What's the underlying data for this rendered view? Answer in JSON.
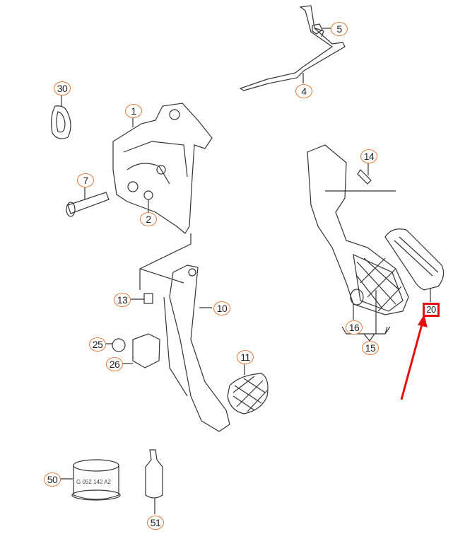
{
  "diagram": {
    "callouts": [
      "5",
      "4",
      "30",
      "1",
      "7",
      "2",
      "14",
      "20",
      "13",
      "10",
      "16",
      "15",
      "25",
      "26",
      "11",
      "50",
      "51"
    ],
    "highlighted_part": "20",
    "part_50_marking": "G 052 142 A2",
    "highlight_color": "#e41010",
    "callout_color": "#e07a3a"
  }
}
